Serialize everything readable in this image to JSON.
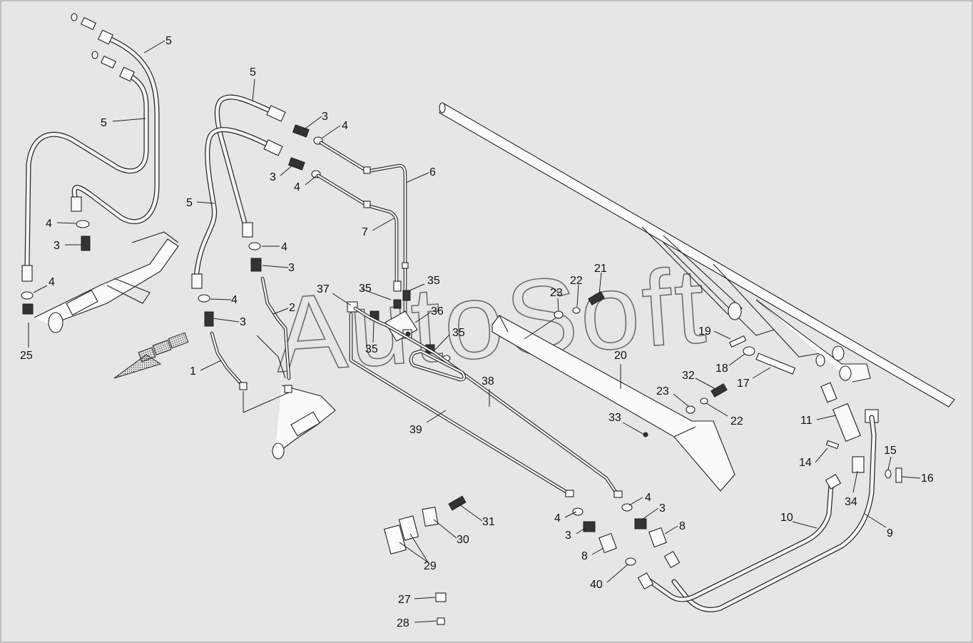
{
  "watermark": "AutoSoft",
  "callouts": [
    {
      "id": "c5a",
      "text": "5"
    },
    {
      "id": "c5b",
      "text": "5"
    },
    {
      "id": "c5c",
      "text": "5"
    },
    {
      "id": "c5d",
      "text": "5"
    },
    {
      "id": "c3a",
      "text": "3"
    },
    {
      "id": "c3b",
      "text": "3"
    },
    {
      "id": "c3c",
      "text": "3"
    },
    {
      "id": "c3d",
      "text": "3"
    },
    {
      "id": "c3e",
      "text": "3"
    },
    {
      "id": "c3f",
      "text": "3"
    },
    {
      "id": "c3g",
      "text": "3"
    },
    {
      "id": "c4a",
      "text": "4"
    },
    {
      "id": "c4b",
      "text": "4"
    },
    {
      "id": "c4c",
      "text": "4"
    },
    {
      "id": "c4d",
      "text": "4"
    },
    {
      "id": "c4e",
      "text": "4"
    },
    {
      "id": "c4f",
      "text": "4"
    },
    {
      "id": "c4g",
      "text": "4"
    },
    {
      "id": "c4h",
      "text": "4"
    },
    {
      "id": "c6",
      "text": "6"
    },
    {
      "id": "c7",
      "text": "7"
    },
    {
      "id": "c25",
      "text": "25"
    },
    {
      "id": "c2",
      "text": "2"
    },
    {
      "id": "c1",
      "text": "1"
    },
    {
      "id": "c37",
      "text": "37"
    },
    {
      "id": "c35a",
      "text": "35"
    },
    {
      "id": "c35b",
      "text": "35"
    },
    {
      "id": "c35c",
      "text": "35"
    },
    {
      "id": "c35d",
      "text": "35"
    },
    {
      "id": "c36",
      "text": "36"
    },
    {
      "id": "c21",
      "text": "21"
    },
    {
      "id": "c22a",
      "text": "22"
    },
    {
      "id": "c22b",
      "text": "22"
    },
    {
      "id": "c23a",
      "text": "23"
    },
    {
      "id": "c23b",
      "text": "23"
    },
    {
      "id": "c19",
      "text": "19"
    },
    {
      "id": "c18",
      "text": "18"
    },
    {
      "id": "c17",
      "text": "17"
    },
    {
      "id": "c20",
      "text": "20"
    },
    {
      "id": "c32",
      "text": "32"
    },
    {
      "id": "c33",
      "text": "33"
    },
    {
      "id": "c38",
      "text": "38"
    },
    {
      "id": "c39",
      "text": "39"
    },
    {
      "id": "c11",
      "text": "11"
    },
    {
      "id": "c14",
      "text": "14"
    },
    {
      "id": "c15",
      "text": "15"
    },
    {
      "id": "c16",
      "text": "16"
    },
    {
      "id": "c34",
      "text": "34"
    },
    {
      "id": "c10",
      "text": "10"
    },
    {
      "id": "c9",
      "text": "9"
    },
    {
      "id": "c31",
      "text": "31"
    },
    {
      "id": "c30",
      "text": "30"
    },
    {
      "id": "c29",
      "text": "29"
    },
    {
      "id": "c8a",
      "text": "8"
    },
    {
      "id": "c8b",
      "text": "8"
    },
    {
      "id": "c40",
      "text": "40"
    },
    {
      "id": "c27",
      "text": "27"
    },
    {
      "id": "c28",
      "text": "28"
    }
  ]
}
